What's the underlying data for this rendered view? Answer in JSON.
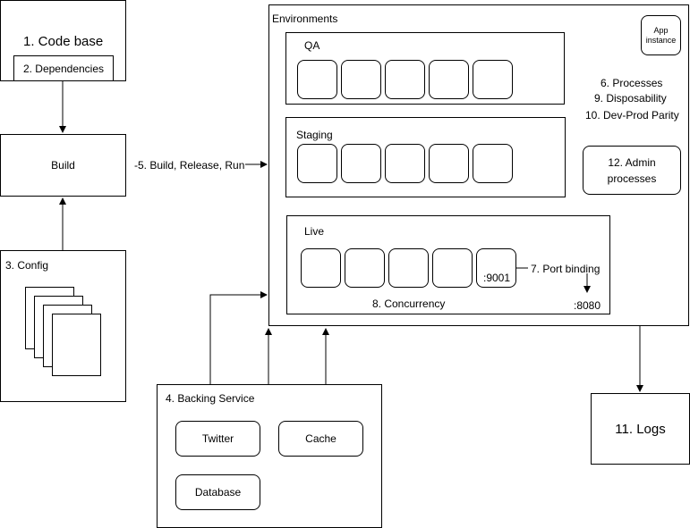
{
  "code_base": {
    "title": "1. Code base",
    "dependencies": "2. Dependencies"
  },
  "build": {
    "label": "Build"
  },
  "config": {
    "label": "3. Config"
  },
  "build_release_run": "-5. Build, Release, Run",
  "environments": {
    "title": "Environments",
    "qa": {
      "label": "QA"
    },
    "staging": {
      "label": "Staging"
    },
    "live": {
      "label": "Live",
      "port_internal": ":9001",
      "port_binding": "7. Port binding",
      "port_external": ":8080",
      "concurrency": "8. Concurrency"
    },
    "app_instance": {
      "line1": "App",
      "line2": "instance"
    },
    "factors": {
      "processes": "6. Processes",
      "disposability": "9. Disposability",
      "parity": "10. Dev-Prod Parity"
    },
    "admin": {
      "line1": "12. Admin",
      "line2": "processes"
    }
  },
  "backing": {
    "title": "4. Backing Service",
    "twitter": "Twitter",
    "cache": "Cache",
    "database": "Database"
  },
  "logs": {
    "label": "11. Logs"
  }
}
